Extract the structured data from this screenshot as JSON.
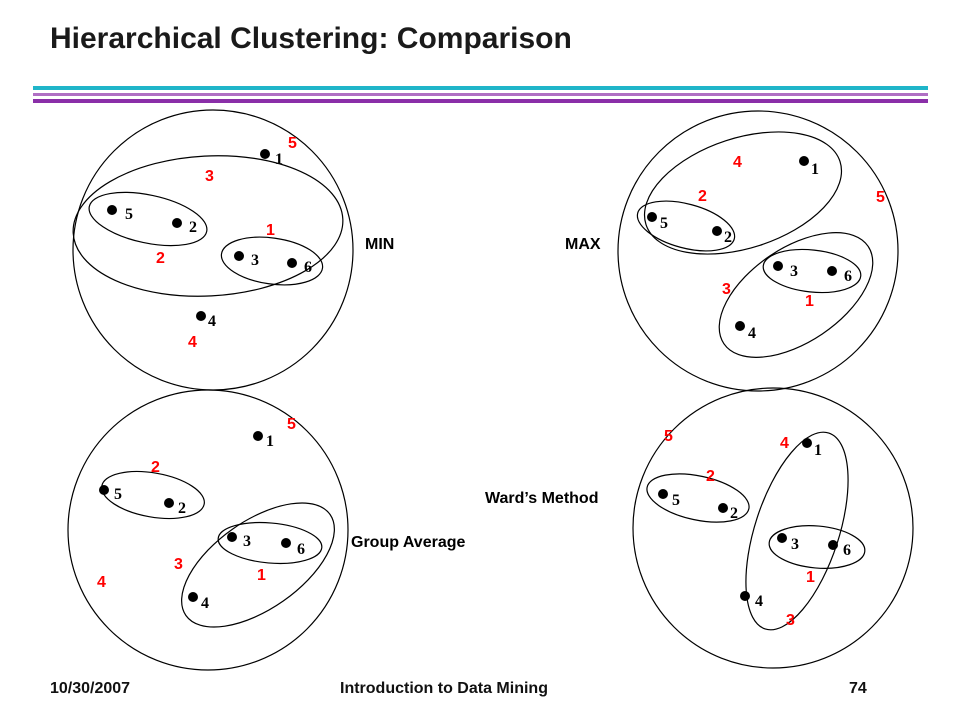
{
  "slide": {
    "title": "Hierarchical Clustering: Comparison",
    "rule_colors": [
      "#1fb5c9",
      "#b06fc4",
      "#8a2fa8"
    ]
  },
  "footer": {
    "date": "10/30/2007",
    "course": "Introduction to Data Mining",
    "page": "74"
  },
  "colors": {
    "step": "#ff0000",
    "point": "#000000"
  },
  "panels": [
    {
      "id": "min",
      "method": "MIN",
      "points": [
        "1",
        "5",
        "2",
        "3",
        "6",
        "4"
      ],
      "steps": [
        "5",
        "3",
        "1",
        "2",
        "4"
      ]
    },
    {
      "id": "max",
      "method": "MAX",
      "points": [
        "1",
        "5",
        "2",
        "3",
        "6",
        "4"
      ],
      "steps": [
        "4",
        "5",
        "2",
        "3",
        "1"
      ]
    },
    {
      "id": "group-average",
      "method": "Group Average",
      "points": [
        "1",
        "5",
        "2",
        "3",
        "6",
        "4"
      ],
      "steps": [
        "5",
        "2",
        "3",
        "1",
        "4"
      ]
    },
    {
      "id": "wards",
      "method": "Ward’s Method",
      "points": [
        "1",
        "5",
        "2",
        "3",
        "6",
        "4"
      ],
      "steps": [
        "5",
        "4",
        "2",
        "1",
        "3"
      ]
    }
  ]
}
